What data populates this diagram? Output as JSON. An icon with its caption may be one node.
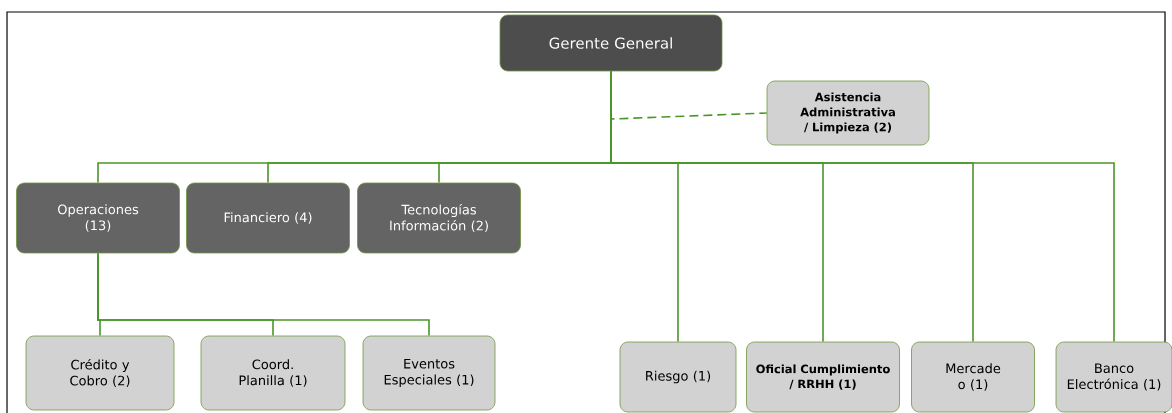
{
  "diagram": {
    "nodes": [
      {
        "text": [
          "Gerente General"
        ]
      },
      {
        "text": [
          "Asistencia Administrativa / Limpieza (2)"
        ]
      },
      {
        "text": [
          "Operaciones (13)"
        ]
      },
      {
        "text": [
          "Financiero (4)"
        ]
      },
      {
        "text": [
          "Tecnologías Información (2)"
        ]
      },
      {
        "text": [
          "Crédito y Cobro (2)"
        ]
      },
      {
        "text": [
          "Coord. Planilla (1)"
        ]
      },
      {
        "text": [
          "Eventos Especiales (1)"
        ]
      },
      {
        "text": [
          "Riesgo (1)"
        ]
      },
      {
        "text": [
          "Oficial Cumplimiento / RRHH (1)"
        ]
      },
      {
        "text": [
          "Mercade o (1)"
        ]
      },
      {
        "text": [
          "Banco Electrónica (1)"
        ]
      }
    ],
    "edges": [
      {
        "from": 0,
        "to": 1,
        "arrow": "none",
        "style": "dashed"
      },
      {
        "from": 0,
        "to": 2,
        "arrow": "none"
      },
      {
        "from": 0,
        "to": 3,
        "arrow": "none"
      },
      {
        "from": 0,
        "to": 4,
        "arrow": "none"
      },
      {
        "from": 0,
        "to": 8,
        "arrow": "none"
      },
      {
        "from": 0,
        "to": 9,
        "arrow": "none"
      },
      {
        "from": 0,
        "to": 10,
        "arrow": "none"
      },
      {
        "from": 0,
        "to": 11,
        "arrow": "none"
      },
      {
        "from": 2,
        "to": 5,
        "arrow": "none"
      },
      {
        "from": 2,
        "to": 6,
        "arrow": "none"
      },
      {
        "from": 2,
        "to": 7,
        "arrow": "none"
      }
    ]
  }
}
